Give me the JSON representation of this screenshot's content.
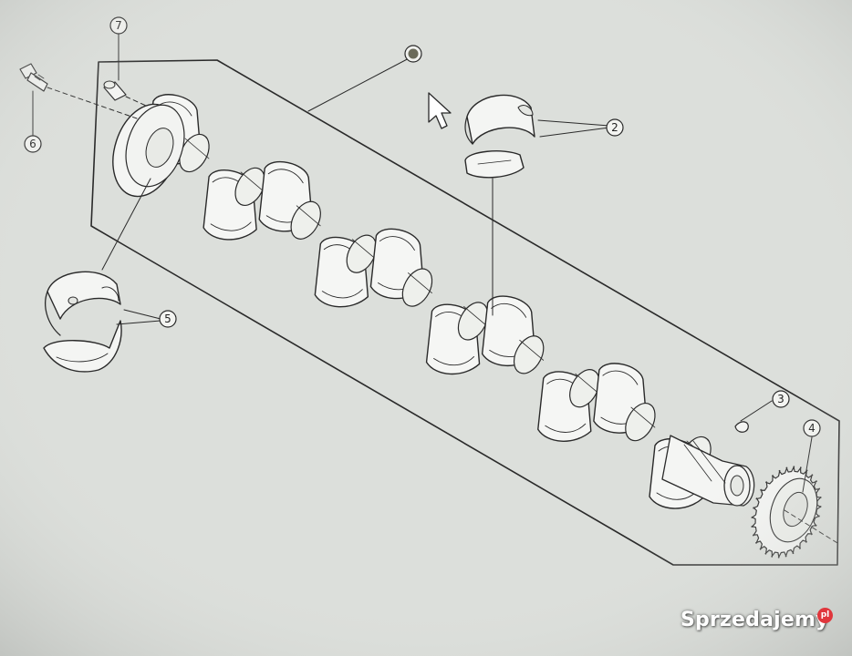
{
  "diagram": {
    "callouts": [
      {
        "id": "part-2",
        "label": "2"
      },
      {
        "id": "part-3",
        "label": "3"
      },
      {
        "id": "part-4",
        "label": "4"
      },
      {
        "id": "part-5",
        "label": "5"
      },
      {
        "id": "part-6",
        "label": "6"
      },
      {
        "id": "part-7",
        "label": "7"
      }
    ],
    "assembly_marker": "filled-circle"
  },
  "watermark": {
    "brand": "Sprzedajemy",
    "badge": "pl"
  },
  "colors": {
    "background": "#d9dcd8",
    "line": "#2a2a2a",
    "badge": "#e0363c"
  },
  "icons": {
    "cursor": "mouse-pointer-icon"
  }
}
